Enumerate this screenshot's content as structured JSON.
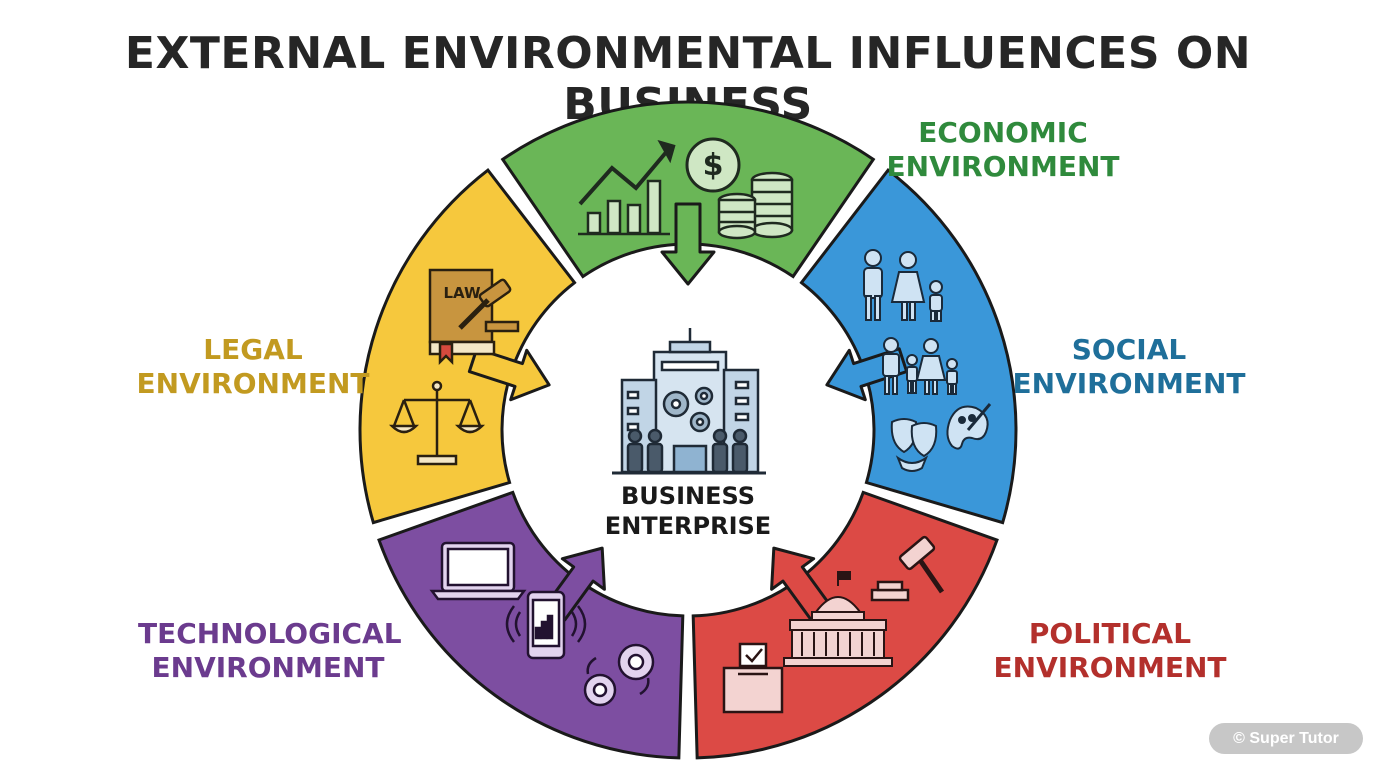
{
  "title": "EXTERNAL ENVIRONMENTAL INFLUENCES ON BUSINESS",
  "center": {
    "line1": "BUSINESS",
    "line2": "ENTERPRISE"
  },
  "segments": [
    {
      "id": "economic",
      "line1": "ECONOMIC",
      "line2": "ENVIRONMENT",
      "color": "#6ab657",
      "text_color": "#2f8a3c"
    },
    {
      "id": "social",
      "line1": "SOCIAL",
      "line2": "ENVIRONMENT",
      "color": "#3a97d9",
      "text_color": "#1f6f9a"
    },
    {
      "id": "political",
      "line1": "POLITICAL",
      "line2": "ENVIRONMENT",
      "color": "#dc4a45",
      "text_color": "#b3302c"
    },
    {
      "id": "technological",
      "line1": "TECHNOLOGICAL",
      "line2": "ENVIRONMENT",
      "color": "#7d4ea1",
      "text_color": "#6b3b8e"
    },
    {
      "id": "legal",
      "line1": "LEGAL",
      "line2": "ENVIRONMENT",
      "color": "#f6c83d",
      "text_color": "#c29a20"
    }
  ],
  "icons": {
    "law_book_text": "LAW"
  },
  "watermark": "© Super Tutor"
}
